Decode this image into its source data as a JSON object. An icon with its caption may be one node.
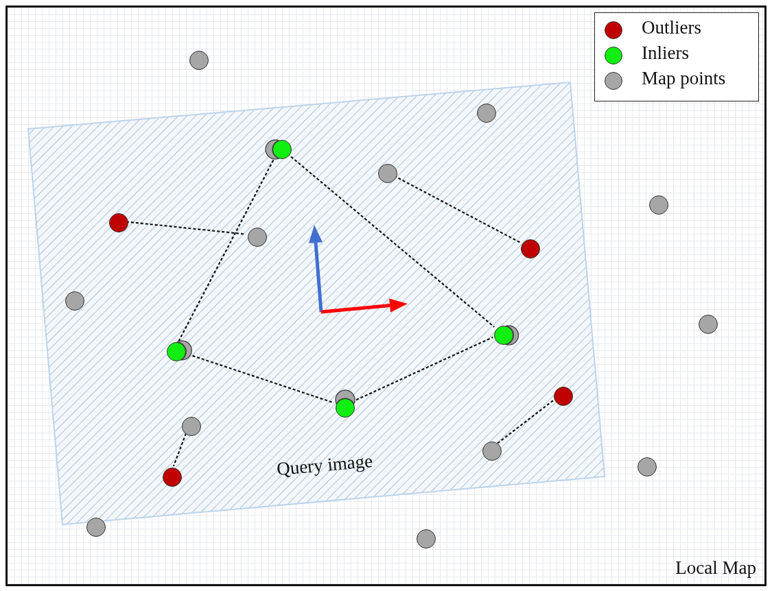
{
  "diagram": {
    "nodes": [
      {
        "text": [
          "Local Map"
        ]
      },
      {
        "text": [
          "Query image"
        ],
        "in": 0
      },
      {
        "text": [],
        "shape": "circle",
        "in": 0
      },
      {
        "text": [],
        "shape": "circle",
        "in": 1
      },
      {
        "text": [],
        "shape": "circle",
        "in": 1
      },
      {
        "text": [],
        "shape": "circle",
        "in": 1
      },
      {
        "text": [],
        "shape": "circle",
        "in": 1
      },
      {
        "text": [],
        "shape": "circle",
        "in": 0
      },
      {
        "text": [],
        "shape": "circle",
        "in": 1
      },
      {
        "text": [],
        "shape": "circle",
        "in": 1
      },
      {
        "text": [],
        "shape": "circle",
        "in": 1
      },
      {
        "text": [],
        "shape": "circle",
        "in": 1
      },
      {
        "text": [],
        "shape": "circle",
        "in": 0
      },
      {
        "text": [],
        "shape": "circle",
        "in": 1
      },
      {
        "text": [],
        "shape": "circle",
        "in": 1
      },
      {
        "text": [],
        "shape": "circle",
        "in": 1
      },
      {
        "text": [],
        "shape": "circle",
        "in": 1
      },
      {
        "text": [],
        "shape": "circle",
        "in": 1
      },
      {
        "text": [],
        "shape": "circle",
        "in": 1
      },
      {
        "text": [],
        "shape": "circle",
        "in": 1
      },
      {
        "text": [],
        "shape": "circle",
        "in": 1
      },
      {
        "text": [],
        "shape": "circle",
        "in": 1
      },
      {
        "text": [],
        "shape": "circle",
        "in": 0
      },
      {
        "text": [],
        "shape": "circle",
        "in": 1
      },
      {
        "text": [],
        "shape": "circle",
        "in": 0
      },
      {
        "text": [],
        "shape": "circle",
        "in": 0
      }
    ],
    "edges": [
      {
        "from": 8,
        "to": 9,
        "arrow": "none",
        "style": "dashed"
      },
      {
        "from": 5,
        "to": 16,
        "arrow": "none",
        "style": "dashed"
      },
      {
        "from": 5,
        "to": 14,
        "arrow": "none",
        "style": "dashed"
      },
      {
        "from": 16,
        "to": 19,
        "arrow": "none",
        "style": "dashed"
      },
      {
        "from": 19,
        "to": 14,
        "arrow": "none",
        "style": "dashed"
      },
      {
        "from": 6,
        "to": 10,
        "arrow": "none",
        "style": "dashed"
      },
      {
        "from": 20,
        "to": 23,
        "arrow": "none",
        "style": "dashed"
      },
      {
        "from": 21,
        "to": 17,
        "arrow": "none",
        "style": "dashed"
      }
    ],
    "legend": [
      {
        "text": "Outliers",
        "color": "#c00000"
      },
      {
        "text": "Inliers",
        "color": "#11ee11"
      },
      {
        "text": "Map points",
        "color": "#a6a6a6"
      }
    ]
  }
}
